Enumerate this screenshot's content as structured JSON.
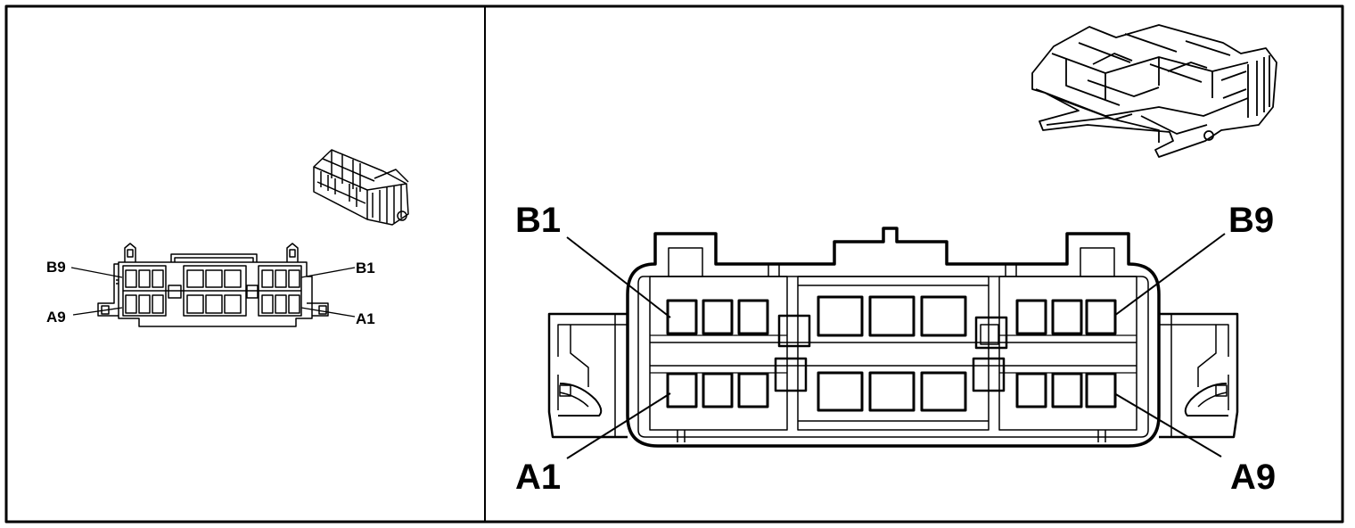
{
  "colors": {
    "line": "#000000",
    "background": "#ffffff"
  },
  "left_view": {
    "labels": {
      "b9": "B9",
      "b1": "B1",
      "a9": "A9",
      "a1": "A1"
    }
  },
  "right_view": {
    "labels": {
      "b1": "B1",
      "b9": "B9",
      "a1": "A1",
      "a9": "A9"
    }
  }
}
